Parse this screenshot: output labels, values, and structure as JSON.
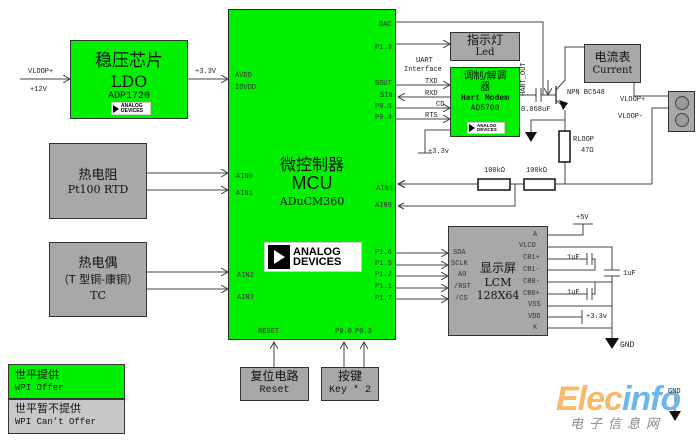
{
  "title": "ADuCM360 HART transmitter block diagram",
  "colors": {
    "provided": "#00f000",
    "not_provided": "#a8a8a8",
    "legend_not_provided": "#c8c8c8",
    "wire": "#444444",
    "watermark_orange": "#f9b96a",
    "watermark_blue": "#6fb6ea"
  },
  "ldo": {
    "title_zh": "稳压芯片",
    "title_en": "LDO",
    "part": "ADP1720",
    "vin_label": "VLOOP+",
    "vin_value": "+12V",
    "vout_label": "+3.3V"
  },
  "adi_logo": {
    "line1": "ANALOG",
    "line2": "DEVICES"
  },
  "rtd": {
    "title_zh": "热电阻",
    "title_en": "Pt100 RTD"
  },
  "tc": {
    "title_zh": "热电偶",
    "subtitle_zh": "（T 型铜-康铜）",
    "title_en": "TC"
  },
  "mcu": {
    "title_zh": "微控制器",
    "title_en": "MCU",
    "part": "ADuCM360",
    "left_pins": [
      "AVDD",
      "IOVDD",
      "AIN0",
      "AIN1",
      "AIN2",
      "AIN3"
    ],
    "right_pins": [
      "DAC",
      "P1.3",
      "SOUT",
      "SIN",
      "P0.5",
      "P0.4",
      "AIN8",
      "AIN9",
      "P1.6",
      "P1.5",
      "P1.2",
      "P1.1",
      "P1.7"
    ],
    "bottom_pins": [
      "RESET",
      "P0.0",
      "P0.3"
    ]
  },
  "led": {
    "title_zh": "指示灯",
    "title_en": "Led"
  },
  "uart": {
    "label_line1": "UART",
    "label_line2": "Interface",
    "signals": [
      "TXD",
      "RXD",
      "CD",
      "RTS"
    ]
  },
  "hart": {
    "title_zh_line1": "调制/解调",
    "title_zh_line2": "器",
    "title_en": "Hart Modem",
    "part": "AD5700",
    "supply": "+3.3v",
    "out_label": "HART_OUT",
    "cap": "0.068uF"
  },
  "transistor": {
    "label": "NPN BC548"
  },
  "rloop": {
    "name": "RLOOP",
    "value": "47Ω"
  },
  "divider": {
    "r1": "100kΩ",
    "r2": "100kΩ"
  },
  "meter": {
    "title_zh": "电流表",
    "title_en": "Current"
  },
  "terminal": {
    "plus": "VLOOP+",
    "minus": "VLOOP-"
  },
  "lcm": {
    "title_zh": "显示屏",
    "title_en": "LCM",
    "resolution": "128X64",
    "left_pins": [
      "SDA",
      "SCLK",
      "A0",
      "/RST",
      "/CS"
    ],
    "right_pins": [
      "A",
      "VLCD",
      "CB1+",
      "CB1-",
      "CB0-",
      "CB0+",
      "VSS",
      "VDD",
      "K"
    ],
    "supply_5v": "+5V",
    "supply_33v": "+3.3v",
    "cap_small_1": "1uF",
    "cap_small_2": "1uF",
    "cap_big": "1uF",
    "gnd": "GND"
  },
  "reset": {
    "title_zh": "复位电路",
    "title_en": "Reset"
  },
  "keys": {
    "title_zh": "按键",
    "title_en": "Key * 2"
  },
  "legend": {
    "provided_zh": "世平提供",
    "provided_en": "WPI Offer",
    "not_provided_zh": "世平暂不提供",
    "not_provided_en": "WPI Can’t  Offer"
  },
  "extra_gnd": "GND",
  "watermark": {
    "en_part1": "Elec",
    "en_part2": "info",
    "zh": "电子信息网"
  }
}
